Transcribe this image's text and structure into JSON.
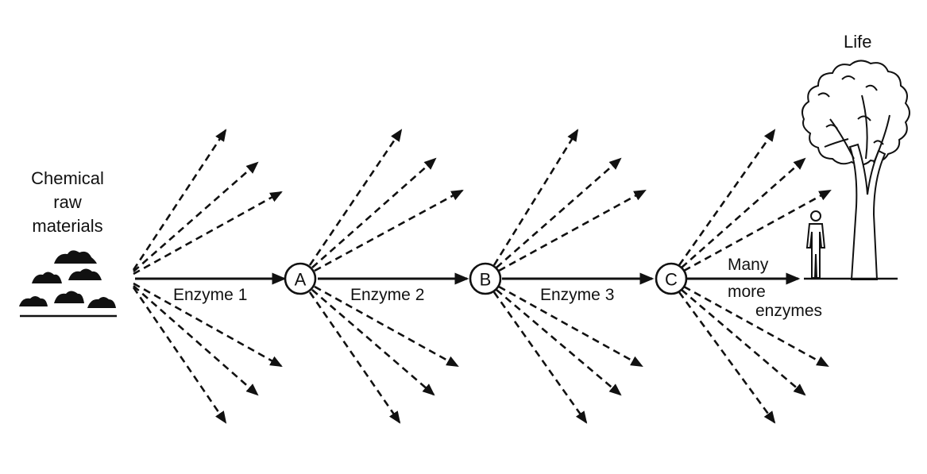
{
  "labels": {
    "raw_materials_line1": "Chemical",
    "raw_materials_line2": "raw",
    "raw_materials_line3": "materials",
    "enzyme1": "Enzyme 1",
    "enzyme2": "Enzyme 2",
    "enzyme3": "Enzyme 3",
    "many_line1": "Many",
    "many_line2": "more",
    "many_line3": "enzymes",
    "life": "Life"
  },
  "nodes": {
    "a": "A",
    "b": "B",
    "c": "C"
  },
  "colors": {
    "ink": "#111111",
    "background": "#ffffff"
  }
}
